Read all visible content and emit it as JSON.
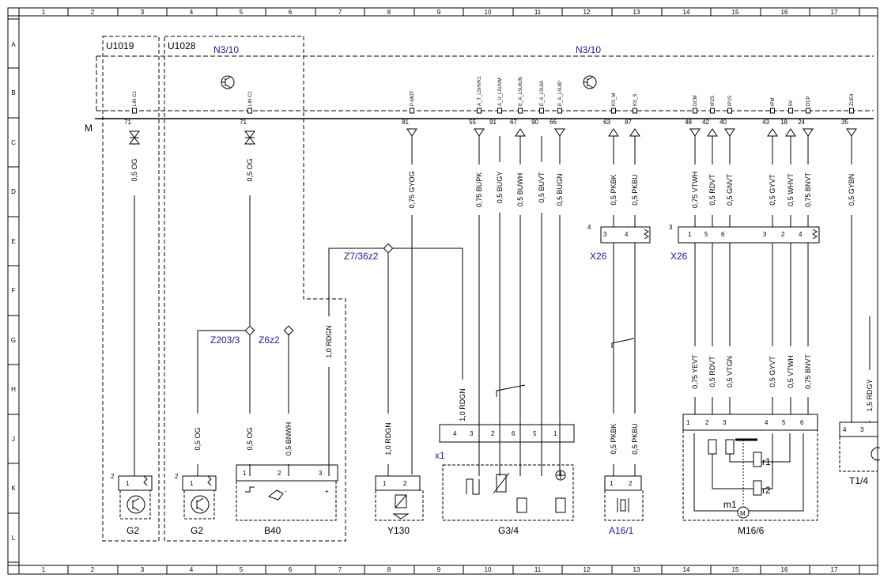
{
  "frame": {
    "columns": [
      "1",
      "2",
      "3",
      "4",
      "5",
      "6",
      "7",
      "8",
      "9",
      "10",
      "11",
      "12",
      "13",
      "14",
      "15",
      "16",
      "17"
    ],
    "rows": [
      "A",
      "B",
      "C",
      "D",
      "E",
      "F",
      "G",
      "H",
      "J",
      "K",
      "L"
    ],
    "rail_label": "M"
  },
  "modules": {
    "u1019": "U1019",
    "u1028": "U1028",
    "n310_left": "N3/10",
    "n310_right": "N3/10"
  },
  "pins_top": [
    {
      "num": "71",
      "sig": "LIN C1"
    },
    {
      "num": "71",
      "sig": "LIN C1"
    },
    {
      "num": "81",
      "sig": "P-MOT"
    },
    {
      "num": "55",
      "sig": "A_T_LSHVK1"
    },
    {
      "num": "91",
      "sig": "A_U_LSUVM"
    },
    {
      "num": "67",
      "sig": "E_A_LSUIUN"
    },
    {
      "num": "90",
      "sig": "E_A_LSUIA"
    },
    {
      "num": "66",
      "sig": "E_A_LSUIP"
    },
    {
      "num": "63",
      "sig": "KS_M"
    },
    {
      "num": "87",
      "sig": "KS_S"
    },
    {
      "num": "48",
      "sig": "DCM"
    },
    {
      "num": "42",
      "sig": "IP2S"
    },
    {
      "num": "40",
      "sig": "IP1S"
    },
    {
      "num": "43",
      "sig": "IPM"
    },
    {
      "num": "18",
      "sig": "5V"
    },
    {
      "num": "24",
      "sig": "DCP"
    },
    {
      "num": "35",
      "sig": "ZUE4"
    }
  ],
  "wires_upper": [
    "0,5 OG",
    "0,5 OG",
    "0,75 GYOG",
    "0,75 BUPK",
    "0,5 BUGY",
    "0,5 BUWH",
    "0,5 BUVT",
    "0,5 BUGN",
    "0,5 PKBK",
    "0,5 PKBU",
    "0,75 VTWH",
    "0,5 RDVT",
    "0,5 GNVT",
    "0,5 GYVT",
    "0,5 WHVT",
    "0,75 BNVT",
    "0,5 GYBN"
  ],
  "wires_lower": [
    "0,5 OG",
    "0,5 OG",
    "0,5 BNWH",
    "1,0 RDGN",
    "1,0 RDGN",
    "1,0 RDGN",
    "0,5 PKBK",
    "0,5 PKBU",
    "0,75 YEVT",
    "0,5 RDVT",
    "0,5 VTGN",
    "0,5 GYVT",
    "0,5 VTWH",
    "0,75 BNVT",
    "1,5 RDGY"
  ],
  "connectors": {
    "x26_left": "X26",
    "x26_right": "X26",
    "x26_left_num": "4",
    "x26_right_num": "3",
    "x26_left_pins": [
      "3",
      "4"
    ],
    "x26_right_pins": [
      "1",
      "5",
      "6",
      "3",
      "2",
      "4"
    ],
    "x1": "x1",
    "x1_pins": [
      "4",
      "3",
      "2",
      "6",
      "5",
      "1"
    ]
  },
  "splices": {
    "z7": "Z7/36z2",
    "z203": "Z203/3",
    "z6": "Z6z2"
  },
  "components": {
    "g2_a": "G2",
    "g2_b": "G2",
    "b40": "B40",
    "y130": "Y130",
    "g34": "G3/4",
    "a161": "A16/1",
    "m166": "M16/6",
    "t14": "T1/4",
    "m1": "m1",
    "r1": "r1",
    "r2": "r2",
    "motor": "M",
    "g2a_num": "2",
    "g2b_num": "2",
    "pin_1": "1",
    "pin_2": "2",
    "pin_3": "3",
    "pin_4": "4",
    "pin_5": "5",
    "pin_6": "6",
    "minus": "-",
    "plus": "+"
  }
}
